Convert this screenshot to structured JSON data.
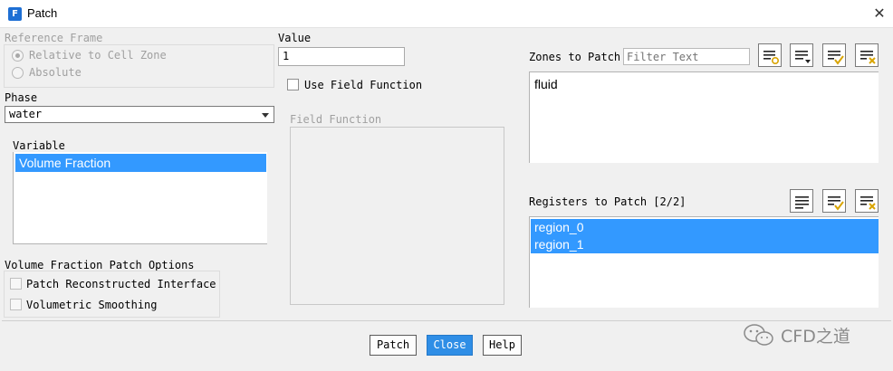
{
  "window": {
    "title": "Patch",
    "app_icon_letter": "F"
  },
  "reference_frame": {
    "label": "Reference Frame",
    "options": [
      "Relative to Cell Zone",
      "Absolute"
    ],
    "selected_index": 0
  },
  "value": {
    "label": "Value",
    "value": "1"
  },
  "use_field_function": {
    "label": "Use Field Function",
    "checked": false
  },
  "phase": {
    "label": "Phase",
    "selected": "water"
  },
  "field_function": {
    "label": "Field Function"
  },
  "variable": {
    "label": "Variable",
    "items": [
      "Volume Fraction"
    ],
    "selected_index": 0
  },
  "vf_patch_options": {
    "label": "Volume Fraction Patch Options",
    "items": [
      {
        "label": "Patch Reconstructed Interface",
        "checked": false
      },
      {
        "label": "Volumetric Smoothing",
        "checked": false
      }
    ]
  },
  "zones_to_patch": {
    "label": "Zones to Patch",
    "filter_placeholder": "Filter Text",
    "items": [
      "fluid"
    ]
  },
  "registers_to_patch": {
    "label": "Registers to Patch [2/2]",
    "items": [
      "region_0",
      "region_1"
    ]
  },
  "buttons": {
    "patch": "Patch",
    "close": "Close",
    "help": "Help"
  },
  "watermark": {
    "text": "CFD之道"
  },
  "colors": {
    "accent": "#3399ff",
    "primary_button": "#2f8ee6",
    "icon_gold": "#d9a400"
  }
}
